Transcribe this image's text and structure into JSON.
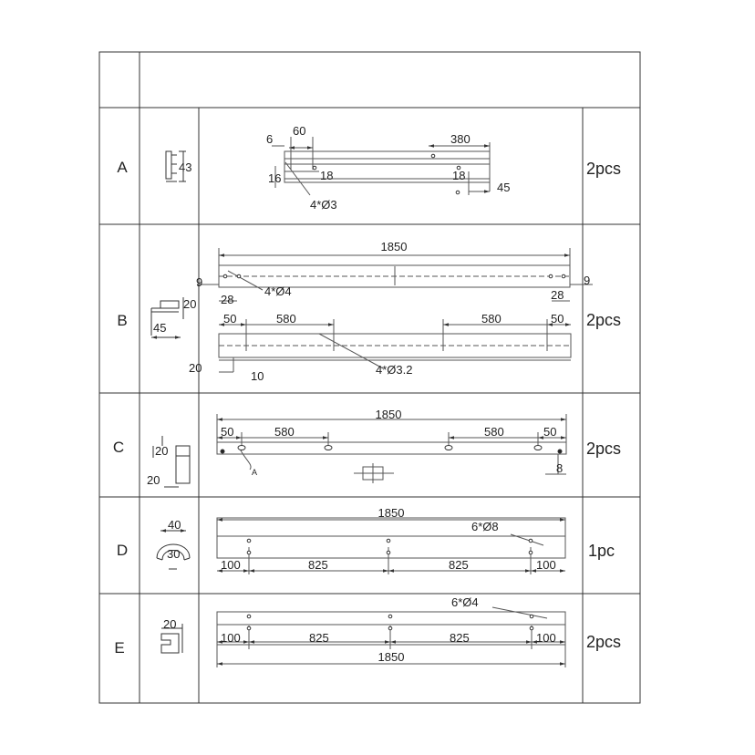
{
  "header": {
    "cell_1": "",
    "cell_2": ""
  },
  "rows": [
    {
      "label": "A",
      "qty": "2pcs",
      "profile_dims": [
        "43"
      ],
      "dims": {
        "d6": "6",
        "d60": "60",
        "d380": "380",
        "d16": "16",
        "d18a": "18",
        "d18b": "18",
        "d45": "45",
        "holes": "4*Ø3"
      }
    },
    {
      "label": "B",
      "qty": "2pcs",
      "profile_dims": [
        "20",
        "45"
      ],
      "dims": {
        "top_len": "1850",
        "l9": "9",
        "r9": "9",
        "l28": "28",
        "r28": "28",
        "holes_top": "4*Ø4",
        "b50a": "50",
        "b580a": "580",
        "b580b": "580",
        "b50b": "50",
        "b20": "20",
        "b10": "10",
        "holes_bot": "4*Ø3.2"
      }
    },
    {
      "label": "C",
      "qty": "2pcs",
      "profile_dims": [
        "20",
        "20"
      ],
      "dims": {
        "len": "1850",
        "c50a": "50",
        "c580a": "580",
        "c580b": "580",
        "c50b": "50",
        "c8": "8",
        "arrow": "A"
      }
    },
    {
      "label": "D",
      "qty": "1pc",
      "profile_dims": [
        "40",
        "30"
      ],
      "dims": {
        "len": "1850",
        "holes": "6*Ø8",
        "d100a": "100",
        "d825a": "825",
        "d825b": "825",
        "d100b": "100"
      }
    },
    {
      "label": "E",
      "qty": "2pcs",
      "profile_dims": [
        "20"
      ],
      "dims": {
        "len": "1850",
        "holes": "6*Ø4",
        "e100a": "100",
        "e825a": "825",
        "e825b": "825",
        "e100b": "100"
      }
    }
  ]
}
